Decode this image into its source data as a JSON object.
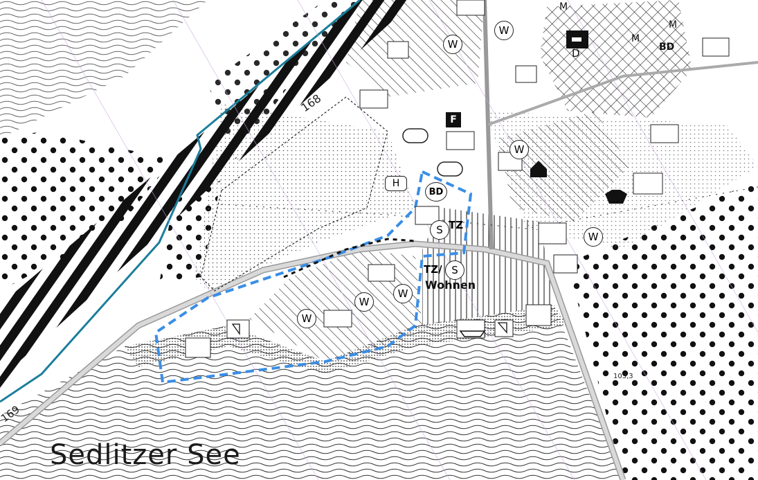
{
  "map": {
    "lake_name": "Sedlitzer See",
    "labels": {
      "wohnen": "Wohnen",
      "tz_top": "TZ",
      "tz_mid": "TZ/",
      "s": "S",
      "w": "W",
      "h": "H",
      "bd": "BD",
      "m": "M",
      "d": "D",
      "f": "F",
      "elev_1": "103,3",
      "km_1": "168",
      "km_2": "169"
    },
    "colors": {
      "plan_boundary": "#3a8ee6",
      "canal": "#1b7e9a",
      "ink": "#1a1a1a",
      "grid_line": "#c9a7e0"
    }
  }
}
